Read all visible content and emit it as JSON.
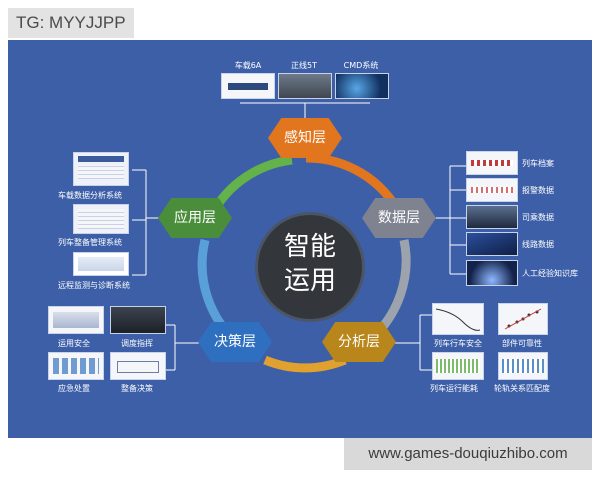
{
  "watermark": {
    "top_left": "TG: MYYJJPP",
    "bottom_right": "www.games-douqiuzhibo.com"
  },
  "center": {
    "line1": "智能",
    "line2": "运用"
  },
  "layers": {
    "perception": "感知层",
    "data": "数据层",
    "analysis": "分析层",
    "decision": "决策层",
    "application": "应用层"
  },
  "top_items": [
    "车载6A",
    "正线5T",
    "CMD系统"
  ],
  "right_items": [
    "列车档案",
    "报警数据",
    "司乘数据",
    "线路数据",
    "人工经验知识库"
  ],
  "left_items": [
    "车载数据分析系统",
    "列车整备管理系统",
    "远程监测与诊断系统"
  ],
  "bottom_right_items": [
    "列车行车安全",
    "部件可靠性",
    "列车运行能耗",
    "轮轨关系匹配度"
  ],
  "bottom_left_items": [
    "运用安全",
    "调度指挥",
    "应急处置",
    "整备决策"
  ],
  "colors": {
    "panel": "#3d5fa8",
    "ring_segments": [
      "#e2761f",
      "#9ca3ad",
      "#e1a12e",
      "#5aa0d8",
      "#63b24a"
    ]
  }
}
